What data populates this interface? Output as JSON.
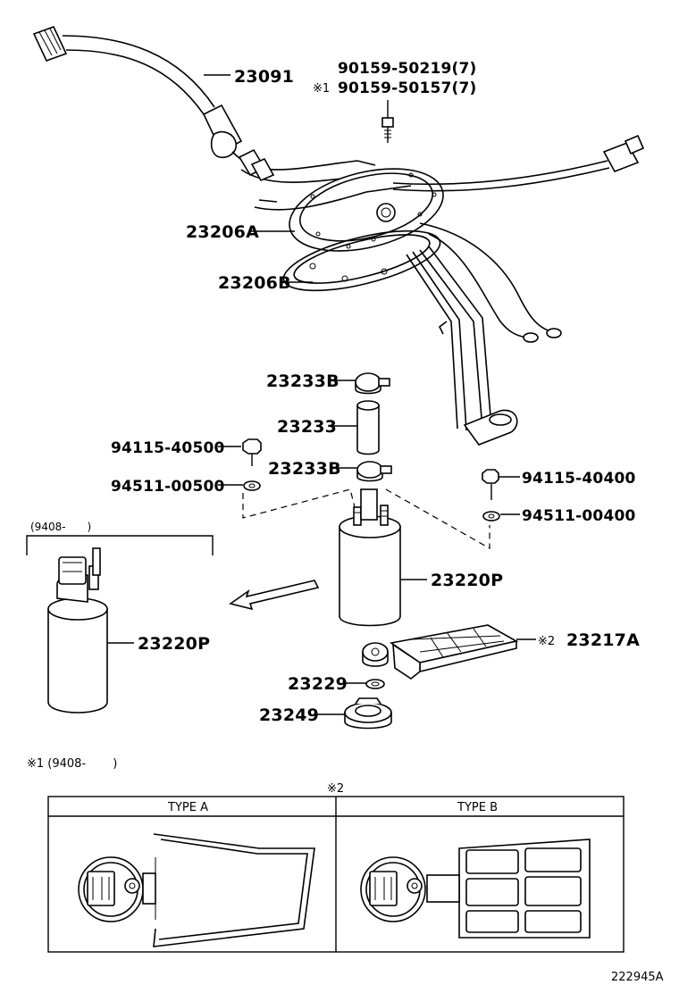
{
  "labels": {
    "p23091": "23091",
    "p90159a": "90159-50219(7)",
    "p90159b": "90159-50157(7)",
    "mark1": "※1",
    "p23206A": "23206A",
    "p23206B": "23206B",
    "p23233B_top": "23233B",
    "p23233": "23233",
    "p23233B_bot": "23233B",
    "p94115_40500": "94115-40500",
    "p94511_00500": "94511-00500",
    "p94115_40400": "94115-40400",
    "p94511_00400": "94511-00400",
    "p23220P_main": "23220P",
    "p23220P_alt": "23220P",
    "p23217A": "23217A",
    "mark2": "※2",
    "p23229": "23229",
    "p23249": "23249",
    "alt_range": "(9408-　　)",
    "note1": "※1 (9408-　　 )",
    "table_mark": "※2",
    "type_a": "TYPE A",
    "type_b": "TYPE B",
    "diagram_id": "222945A"
  }
}
